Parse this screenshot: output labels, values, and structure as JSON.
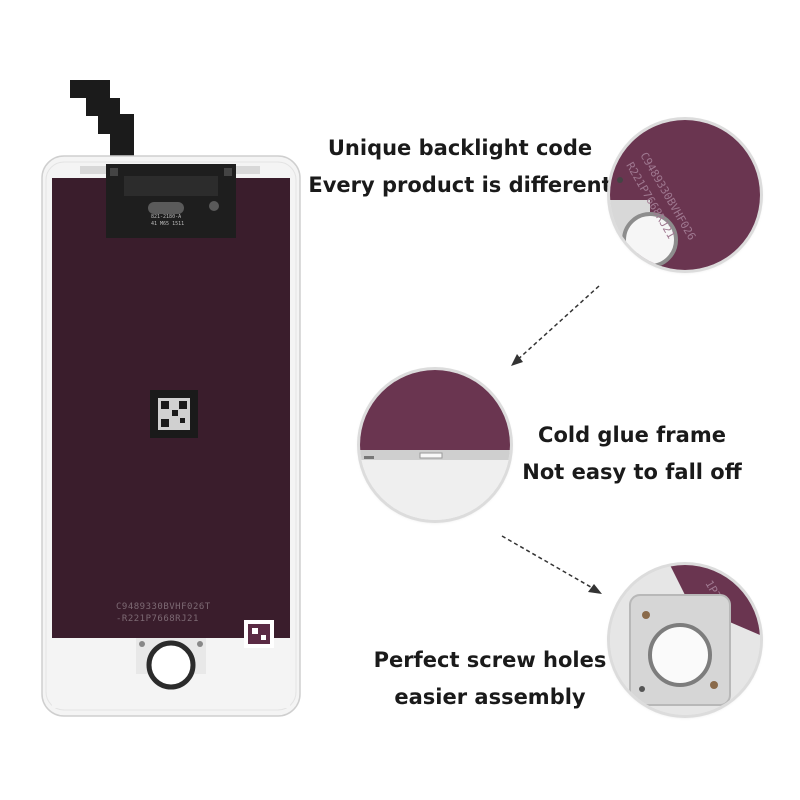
{
  "callouts": [
    {
      "line1": "Unique backlight code",
      "line2": "Every product is different"
    },
    {
      "line1": "Cold glue frame",
      "line2": "Not easy to fall off"
    },
    {
      "line1": "Perfect screw holes",
      "line2": "easier assembly"
    }
  ],
  "panel_print": {
    "line1": "C9489330BVHF026T",
    "line2": "-R221P7668RJ21",
    "bracket_label": "821-2180-A",
    "bracket_label2": "41 M65 1511"
  },
  "colors": {
    "panel": "#3a1d2c",
    "panel_zoom": "#6a3550",
    "frame": "#f4f4f4",
    "flex": "#1b1b1b"
  }
}
